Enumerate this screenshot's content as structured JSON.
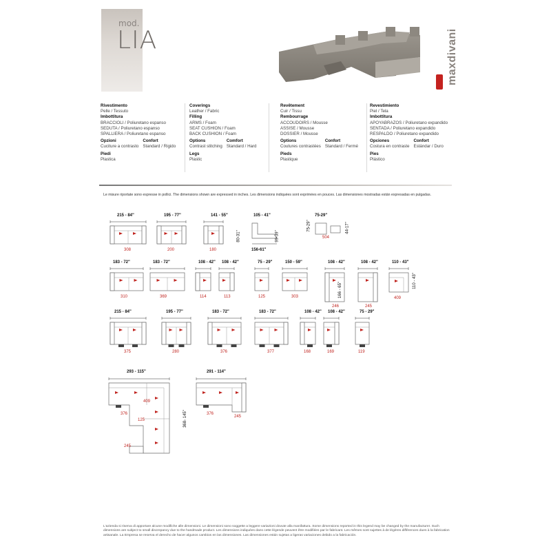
{
  "header": {
    "mod_label": "mod.",
    "model_name": "LIA",
    "brand": "maxdivani"
  },
  "specs": [
    {
      "cover_t": "Rivestimento",
      "cover_v": "Pelle / Tessuto",
      "fill_t": "Imbottitura",
      "fill_lines": [
        "BRACCIOLI / Poliuretano espanso",
        "SEDUTA / Poliuretano espanso",
        "SPALLIERA / Poliuretano espanso"
      ],
      "opt_t": "Opzioni",
      "opt_v": "Cuciture a contrasto",
      "comf_t": "Confort",
      "comf_v": "Standard / Rigido",
      "legs_t": "Piedi",
      "legs_v": "Plastica"
    },
    {
      "cover_t": "Coverings",
      "cover_v": "Leather / Fabric",
      "fill_t": "Filling",
      "fill_lines": [
        "ARMS / Foam",
        "SEAT CUSHION / Foam",
        "BACK CUSHION / Foam"
      ],
      "opt_t": "Options",
      "opt_v": "Contrast stitching",
      "comf_t": "Comfort",
      "comf_v": "Standard / Hard",
      "legs_t": "Legs",
      "legs_v": "Plastic"
    },
    {
      "cover_t": "Revêtement",
      "cover_v": "Cuir / Tissu",
      "fill_t": "Rembourrage",
      "fill_lines": [
        "ACCOUDOIRS / Mousse",
        "ASSISE / Mousse",
        "DOSSIER / Mousse"
      ],
      "opt_t": "Options",
      "opt_v": "Coutures contrastées",
      "comf_t": "Confort",
      "comf_v": "Standard / Fermé",
      "legs_t": "Pieds",
      "legs_v": "Plastique"
    },
    {
      "cover_t": "Revestimiento",
      "cover_v": "Piel / Tela",
      "fill_t": "Imbottitura",
      "fill_lines": [
        "APOYABRAZOS / Poliuretano expandido",
        "SENTADA / Poliuretano expandido",
        "RESPALDO / Poliuretano expandido"
      ],
      "opt_t": "Opciones",
      "opt_v": "Costura en contraste",
      "comf_t": "Confort",
      "comf_v": "Estándar / Duro",
      "legs_t": "Pies",
      "legs_v": "Plástico"
    }
  ],
  "note": "Le misure riportate sono espresse in pollici. The dimensions shown are expressed in inches. Les dimensions indiquées sont exprimées en pouces. Las dimensiones mostradas están expresadas en pulgadas.",
  "row1": [
    {
      "dim": "215 - 84\"",
      "code": "308"
    },
    {
      "dim": "195 - 77\"",
      "code": "200"
    },
    {
      "dim": "141 - 55\"",
      "code": "180"
    },
    {
      "dim": "105 - 41\"",
      "dim_b": "156-61\"",
      "dim_h": "80-31\"",
      "dim_d": "99-39\""
    },
    {
      "dim": "75-29\"",
      "dim_h": "75-29\"",
      "dim_d": "44-17\"",
      "code": "504"
    }
  ],
  "row2": [
    {
      "dim": "183 - 72\"",
      "code": "310"
    },
    {
      "dim": "183 - 72\"",
      "code": "369"
    },
    {
      "dim": "108 - 42\"",
      "code": "114"
    },
    {
      "dim": "108 - 42\"",
      "code": "113"
    },
    {
      "dim": "75 - 29\"",
      "code": "125"
    },
    {
      "dim": "150 - 59\"",
      "code": "303"
    },
    {
      "dim": "108 - 42\"",
      "dim_v": "166 - 65\"",
      "code": "246"
    },
    {
      "dim": "108 - 42\"",
      "code": "245"
    },
    {
      "dim": "110 - 43\"",
      "dim_v": "110 - 43\"",
      "code": "409"
    }
  ],
  "row3": [
    {
      "dim": "215 - 84\"",
      "code": "375"
    },
    {
      "dim": "195 - 77\"",
      "code": "280"
    },
    {
      "dim": "183 - 72\"",
      "code": "376"
    },
    {
      "dim": "183 - 72\"",
      "code": "377"
    },
    {
      "dim": "108 - 42\"",
      "code": "168"
    },
    {
      "dim": "108 - 42\"",
      "code": "169"
    },
    {
      "dim": "75 - 29\"",
      "code": "119"
    }
  ],
  "corner": [
    {
      "dim": "293 - 115\"",
      "dim_v": "368- 145\"",
      "codes": [
        "376",
        "409",
        "125",
        "245"
      ]
    },
    {
      "dim": "291 - 114\"",
      "codes": [
        "376",
        "245"
      ]
    }
  ],
  "footer": "L'azienda si riserva di apportare alcune modifiche alle dimensioni. Le dimensioni sono soggette a leggere variazioni dovute alla manifattura. Some dimensions reported in this legend may be changed by the manufacturer. Such dimensions are subject to small discrepancy due to the handmade product. Les dimensions indiquées dans cette légende peuvent être modifiées par le fabricant. Les mêmes sont sujettes à de légères différences dues à la fabrication artisanale. La Empresa se reserva el derecho de hacer algunos cambios en las dimensiones. Las dimensiones están sujetas a ligeras variaciones debido a la fabricación.",
  "colors": {
    "accent": "#c0241f",
    "line": "#6a6a6a"
  }
}
